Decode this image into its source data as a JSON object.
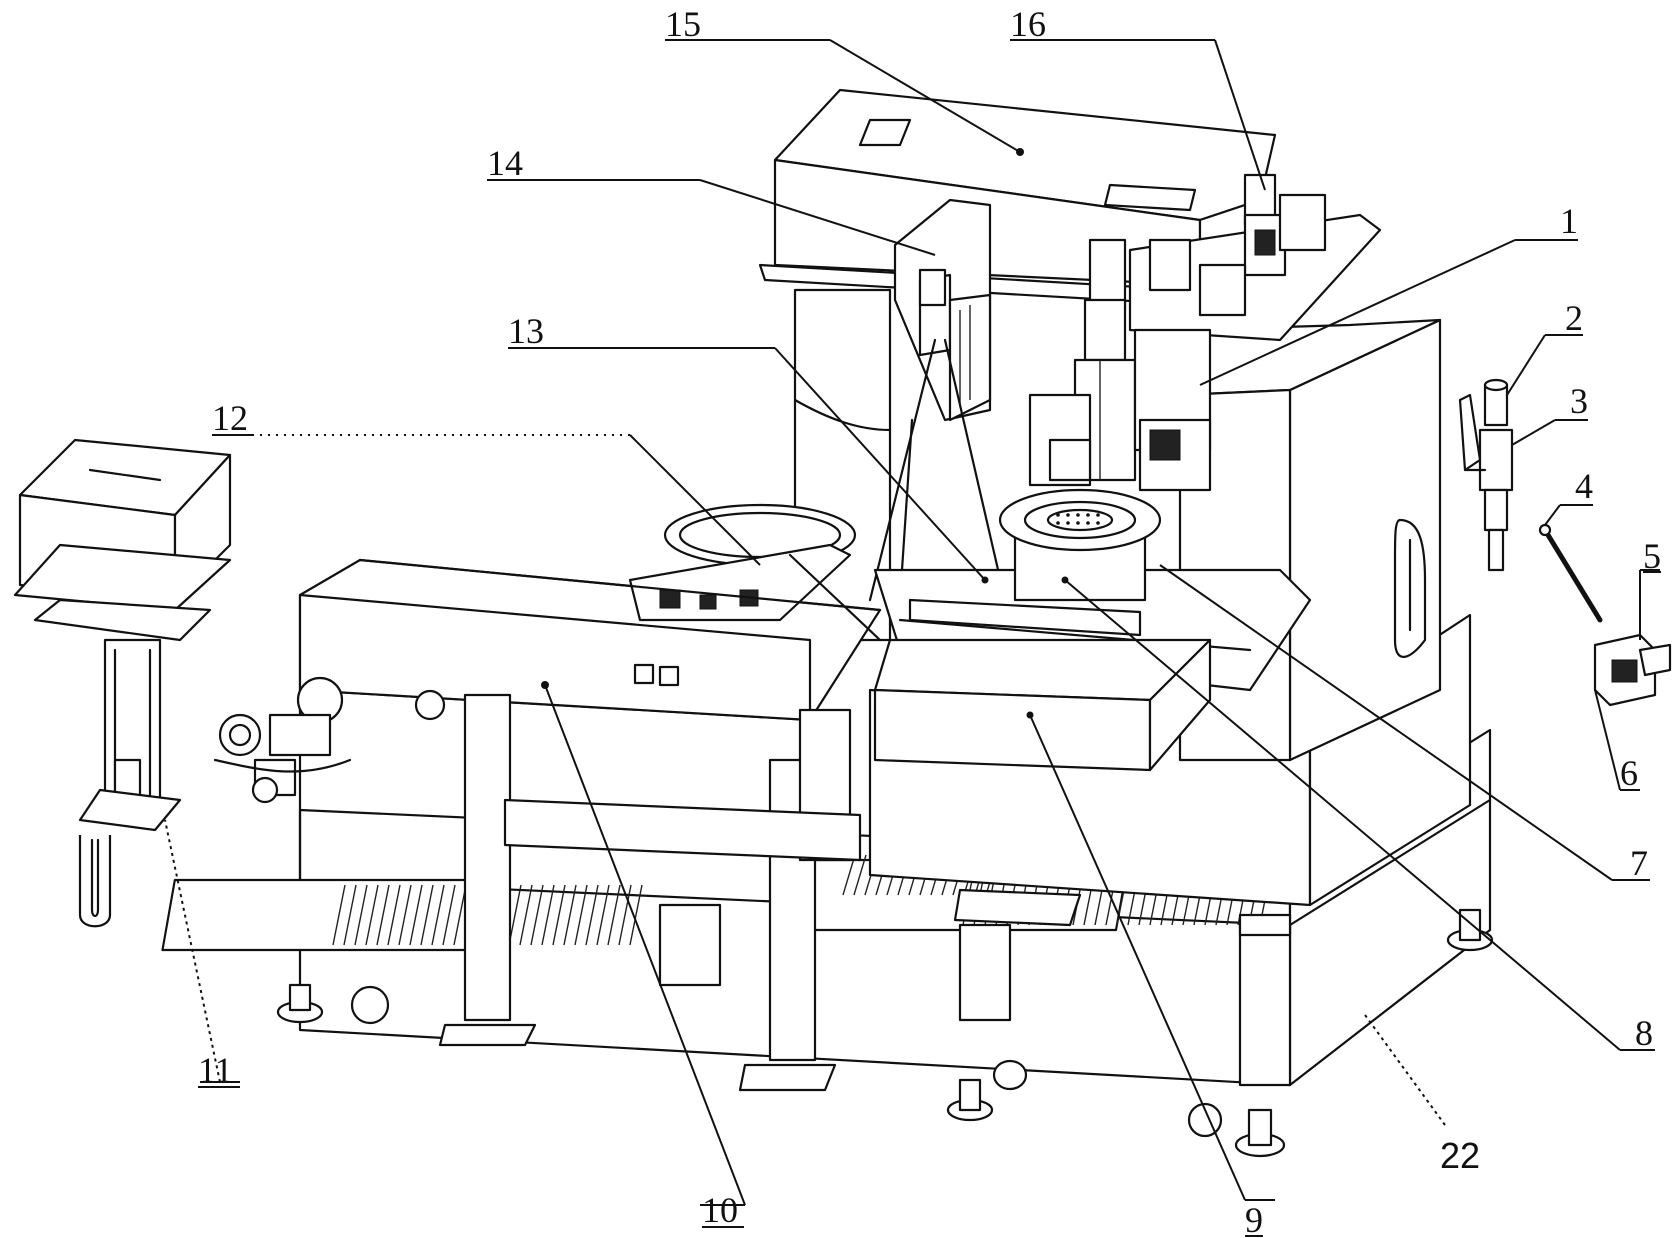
{
  "labels": {
    "l1": "1",
    "l2": "2",
    "l3": "3",
    "l4": "4",
    "l5": "5",
    "l6": "6",
    "l7": "7",
    "l8": "8",
    "l9": "9",
    "l10": "10",
    "l11": "11",
    "l12": "12",
    "l13": "13",
    "l14": "14",
    "l15": "15",
    "l16": "16",
    "l22": "22"
  },
  "colors": {
    "line": "#111111",
    "background": "#ffffff"
  }
}
